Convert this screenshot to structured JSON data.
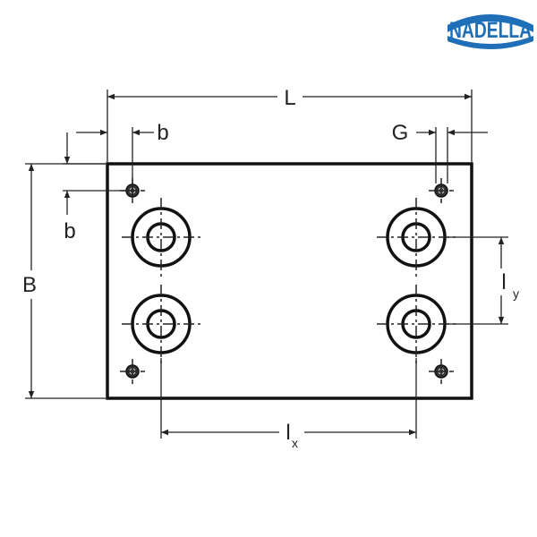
{
  "logo": {
    "text": "NADELLA",
    "color": "#1e6fb8"
  },
  "labels": {
    "length": "L",
    "width": "B",
    "edge_top": "b",
    "edge_left": "b",
    "thread": "G",
    "pitch_x": "l",
    "pitch_x_sub": "x",
    "pitch_y": "l",
    "pitch_y_sub": "y"
  }
}
